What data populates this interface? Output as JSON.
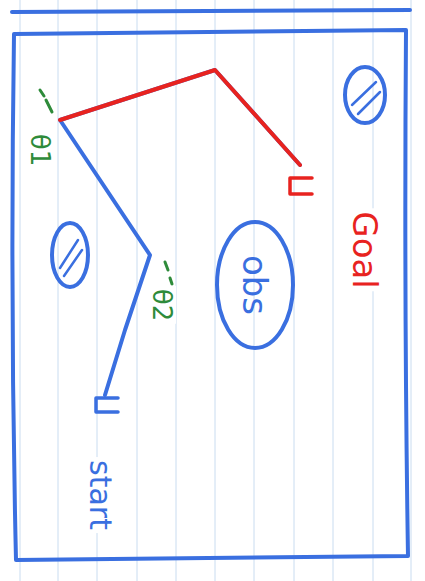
{
  "diagram": {
    "nodes": [
      {
        "text": [
          "obs"
        ]
      }
    ],
    "labels": [
      "Goal",
      "start",
      "θ1",
      "θ2"
    ]
  }
}
